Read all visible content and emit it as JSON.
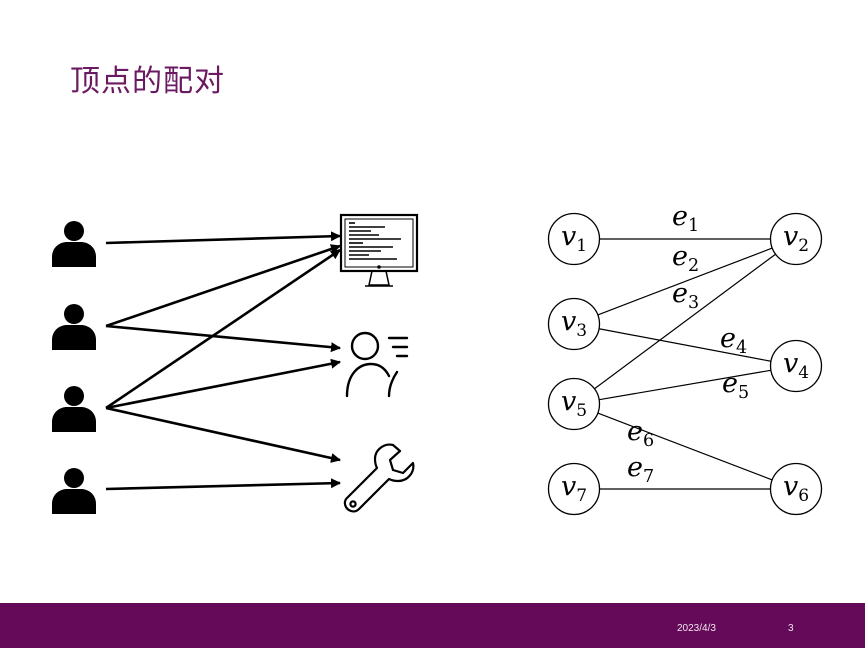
{
  "title": "顶点的配对",
  "footer": {
    "date": "2023/4/3",
    "page": "3"
  },
  "colors": {
    "title": "#6b1a61",
    "footer_bg": "#640a59",
    "line": "#000000"
  },
  "icons": {
    "people": [
      "person-icon",
      "person-icon",
      "person-icon",
      "person-icon"
    ],
    "tasks": [
      "computer-monitor-icon",
      "user-list-icon",
      "wrench-icon"
    ]
  },
  "assignments": [
    {
      "from": 0,
      "to": 0
    },
    {
      "from": 1,
      "to": 0
    },
    {
      "from": 1,
      "to": 1
    },
    {
      "from": 2,
      "to": 0
    },
    {
      "from": 2,
      "to": 1
    },
    {
      "from": 2,
      "to": 2
    },
    {
      "from": 3,
      "to": 2
    }
  ],
  "graph": {
    "left_vertices": [
      {
        "id": "v1",
        "base": "v",
        "sub": "1"
      },
      {
        "id": "v3",
        "base": "v",
        "sub": "3"
      },
      {
        "id": "v5",
        "base": "v",
        "sub": "5"
      },
      {
        "id": "v7",
        "base": "v",
        "sub": "7"
      }
    ],
    "right_vertices": [
      {
        "id": "v2",
        "base": "v",
        "sub": "2"
      },
      {
        "id": "v4",
        "base": "v",
        "sub": "4"
      },
      {
        "id": "v6",
        "base": "v",
        "sub": "6"
      }
    ],
    "edges": [
      {
        "id": "e1",
        "base": "e",
        "sub": "1",
        "from": "v1",
        "to": "v2"
      },
      {
        "id": "e2",
        "base": "e",
        "sub": "2",
        "from": "v3",
        "to": "v2"
      },
      {
        "id": "e3",
        "base": "e",
        "sub": "3",
        "from": "v5",
        "to": "v2"
      },
      {
        "id": "e4",
        "base": "e",
        "sub": "4",
        "from": "v3",
        "to": "v4"
      },
      {
        "id": "e5",
        "base": "e",
        "sub": "5",
        "from": "v5",
        "to": "v4"
      },
      {
        "id": "e6",
        "base": "e",
        "sub": "6",
        "from": "v5",
        "to": "v6"
      },
      {
        "id": "e7",
        "base": "e",
        "sub": "7",
        "from": "v7",
        "to": "v6"
      }
    ]
  }
}
